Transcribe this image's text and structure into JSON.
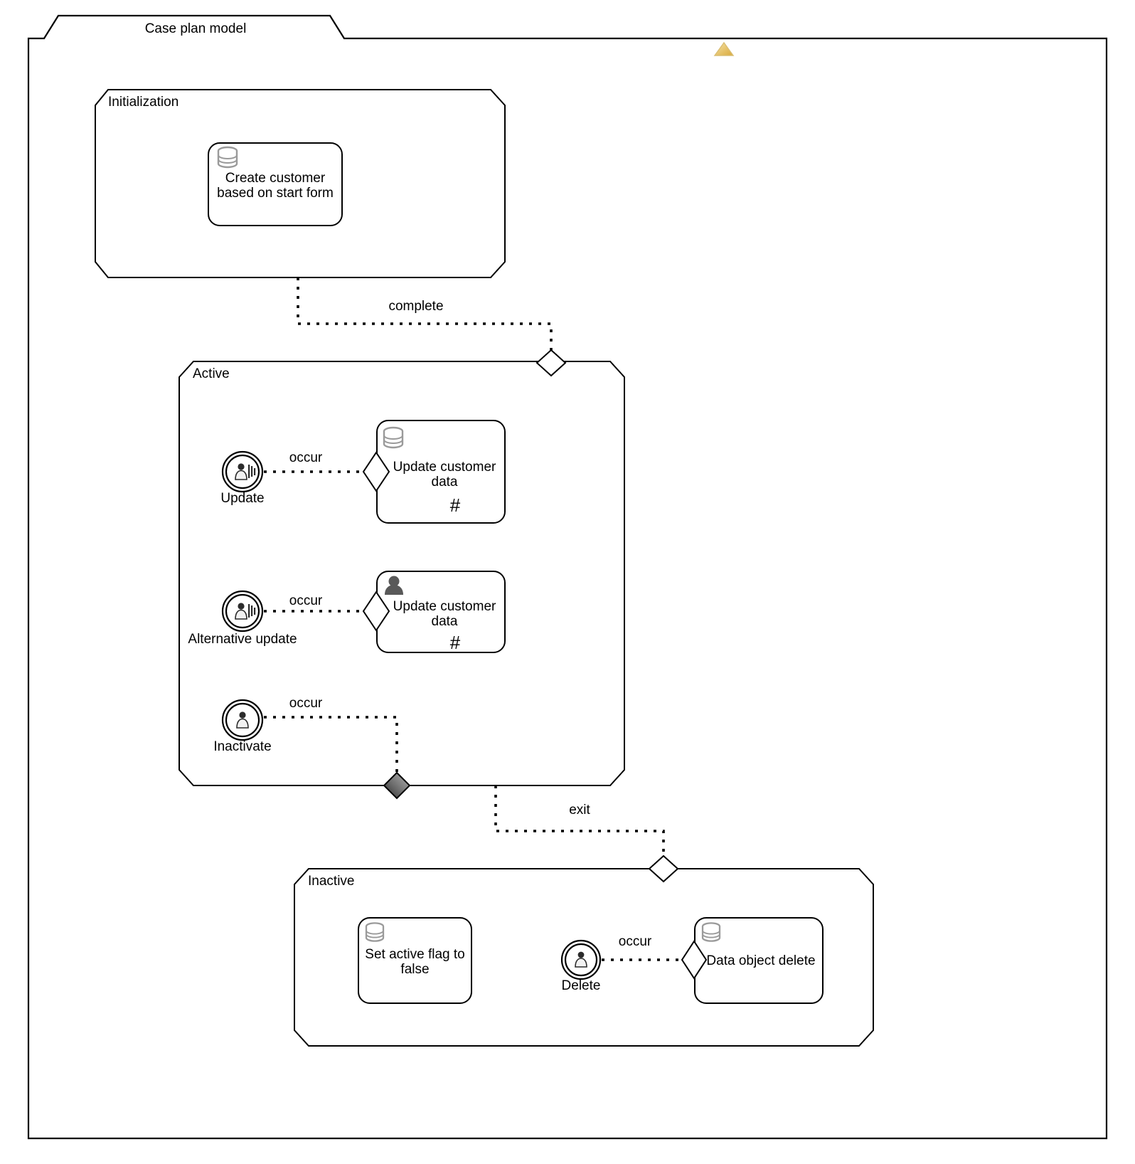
{
  "diagram": {
    "type": "cmmn-case-plan-model",
    "title": "Case plan model",
    "autocomplete_marker": "autocomplete-triangle-marker"
  },
  "stages": [
    {
      "id": "initialization",
      "name": "Initialization",
      "tasks": [
        {
          "id": "create-customer-task",
          "label": "Create customer\nbased on start form",
          "icon": "database-icon",
          "icon_name": "process-task-database-icon",
          "repetition_marker": false
        }
      ]
    },
    {
      "id": "active",
      "name": "Active",
      "entry_sentry": true,
      "exit_sentry": true,
      "listeners": [
        {
          "id": "update-listener",
          "label": "Update",
          "icon": "user-event-listener-icon"
        },
        {
          "id": "alternative-update-listener",
          "label": "Alternative update",
          "icon": "user-event-listener-icon"
        },
        {
          "id": "inactivate-listener",
          "label": "Inactivate",
          "icon": "user-event-listener-icon"
        }
      ],
      "tasks": [
        {
          "id": "update-customer-data-process",
          "label": "Update customer\ndata",
          "icon": "database-icon",
          "icon_name": "process-task-database-icon",
          "repetition_marker": true,
          "repetition_glyph": "#"
        },
        {
          "id": "update-customer-data-human",
          "label": "Update customer\ndata",
          "icon": "person-icon",
          "icon_name": "human-task-person-icon",
          "repetition_marker": true,
          "repetition_glyph": "#"
        }
      ]
    },
    {
      "id": "inactive",
      "name": "Inactive",
      "entry_sentry": true,
      "listeners": [
        {
          "id": "delete-listener",
          "label": "Delete",
          "icon": "user-event-listener-icon"
        }
      ],
      "tasks": [
        {
          "id": "set-active-flag-task",
          "label": "Set active flag to\nfalse",
          "icon": "database-icon",
          "icon_name": "process-task-database-icon",
          "repetition_marker": false
        },
        {
          "id": "data-object-delete-task",
          "label": "Data object delete",
          "icon": "database-icon",
          "icon_name": "process-task-database-icon",
          "repetition_marker": false
        }
      ]
    }
  ],
  "connectors": [
    {
      "id": "complete-connector",
      "label": "complete",
      "from": "initialization",
      "to": "active-entry-sentry",
      "style": "dotted"
    },
    {
      "id": "update-occur-connector",
      "label": "occur",
      "from": "update-listener",
      "to": "update-customer-data-process",
      "style": "dotted"
    },
    {
      "id": "alternative-update-occur-connector",
      "label": "occur",
      "from": "alternative-update-listener",
      "to": "update-customer-data-human",
      "style": "dotted"
    },
    {
      "id": "inactivate-occur-connector",
      "label": "occur",
      "from": "inactivate-listener",
      "to": "active-exit-sentry",
      "style": "dotted"
    },
    {
      "id": "exit-connector",
      "label": "exit",
      "from": "active",
      "to": "inactive-entry-sentry",
      "style": "dotted"
    },
    {
      "id": "delete-occur-connector",
      "label": "occur",
      "from": "delete-listener",
      "to": "data-object-delete-task",
      "style": "dotted"
    }
  ],
  "labels": {
    "case_title": "Case plan model",
    "initialization": "Initialization",
    "active": "Active",
    "inactive": "Inactive",
    "create_customer": "Create customer\nbased on start form",
    "update_listener": "Update",
    "alternative_update_listener": "Alternative update",
    "inactivate_listener": "Inactivate",
    "delete_listener": "Delete",
    "update_customer_data_1": "Update customer\ndata",
    "update_customer_data_2": "Update customer\ndata",
    "set_active_flag": "Set active flag to\nfalse",
    "data_object_delete": "Data object delete",
    "complete": "complete",
    "exit": "exit",
    "occur_1": "occur",
    "occur_2": "occur",
    "occur_3": "occur",
    "occur_4": "occur",
    "repetition_1": "#",
    "repetition_2": "#"
  },
  "colors": {
    "stroke": "#000000",
    "fill": "#ffffff",
    "icon_gray": "#9a9a9a",
    "icon_dark": "#595959",
    "sentry_fill_dark": "#333333",
    "marker_gold": "#e8c466"
  }
}
